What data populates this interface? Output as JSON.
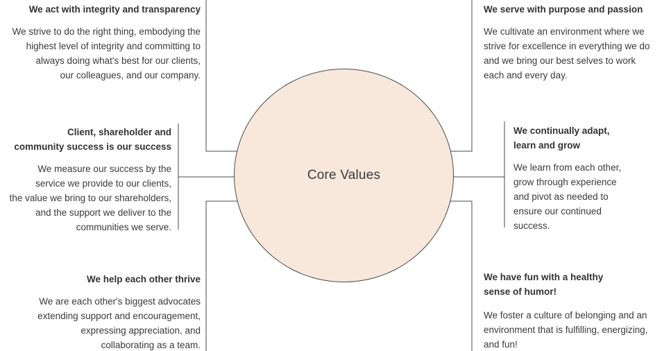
{
  "theme": {
    "circle_fill": "#f8e8dc",
    "line_color": "#4a4a4a",
    "text_color": "#3a3a3a",
    "background": "#ffffff"
  },
  "diagram": {
    "center_label": "Core Values",
    "items": [
      {
        "title": "We act with integrity and transparency",
        "body": "We strive to do the right thing, embodying the\nhighest level of integrity and committing to\nalways doing what's best for our clients,\nour colleagues, and our company."
      },
      {
        "title": "Client, shareholder and\ncommunity success is our success",
        "body": "We measure our success by the\nservice we provide to our clients,\nthe value we bring to our shareholders,\nand the support we deliver to the\ncommunities we serve."
      },
      {
        "title": "We help each other thrive",
        "body": "We are each other's biggest advocates\nextending support and encouragement,\nexpressing appreciation, and\ncollaborating as a team."
      },
      {
        "title": "We serve with purpose and passion",
        "body": "We cultivate an environment where we\nstrive for excellence in everything we do\nand we bring our best selves to work\neach and every day."
      },
      {
        "title": "We continually adapt,\nlearn and grow",
        "body": "We learn from each other,\ngrow through experience\nand pivot as needed to\nensure our continued\nsuccess."
      },
      {
        "title": "We have fun with a healthy\nsense of humor!",
        "body": "We foster a culture of belonging and an\nenvironment that is fulfilling, energizing,\nand fun!"
      }
    ]
  }
}
